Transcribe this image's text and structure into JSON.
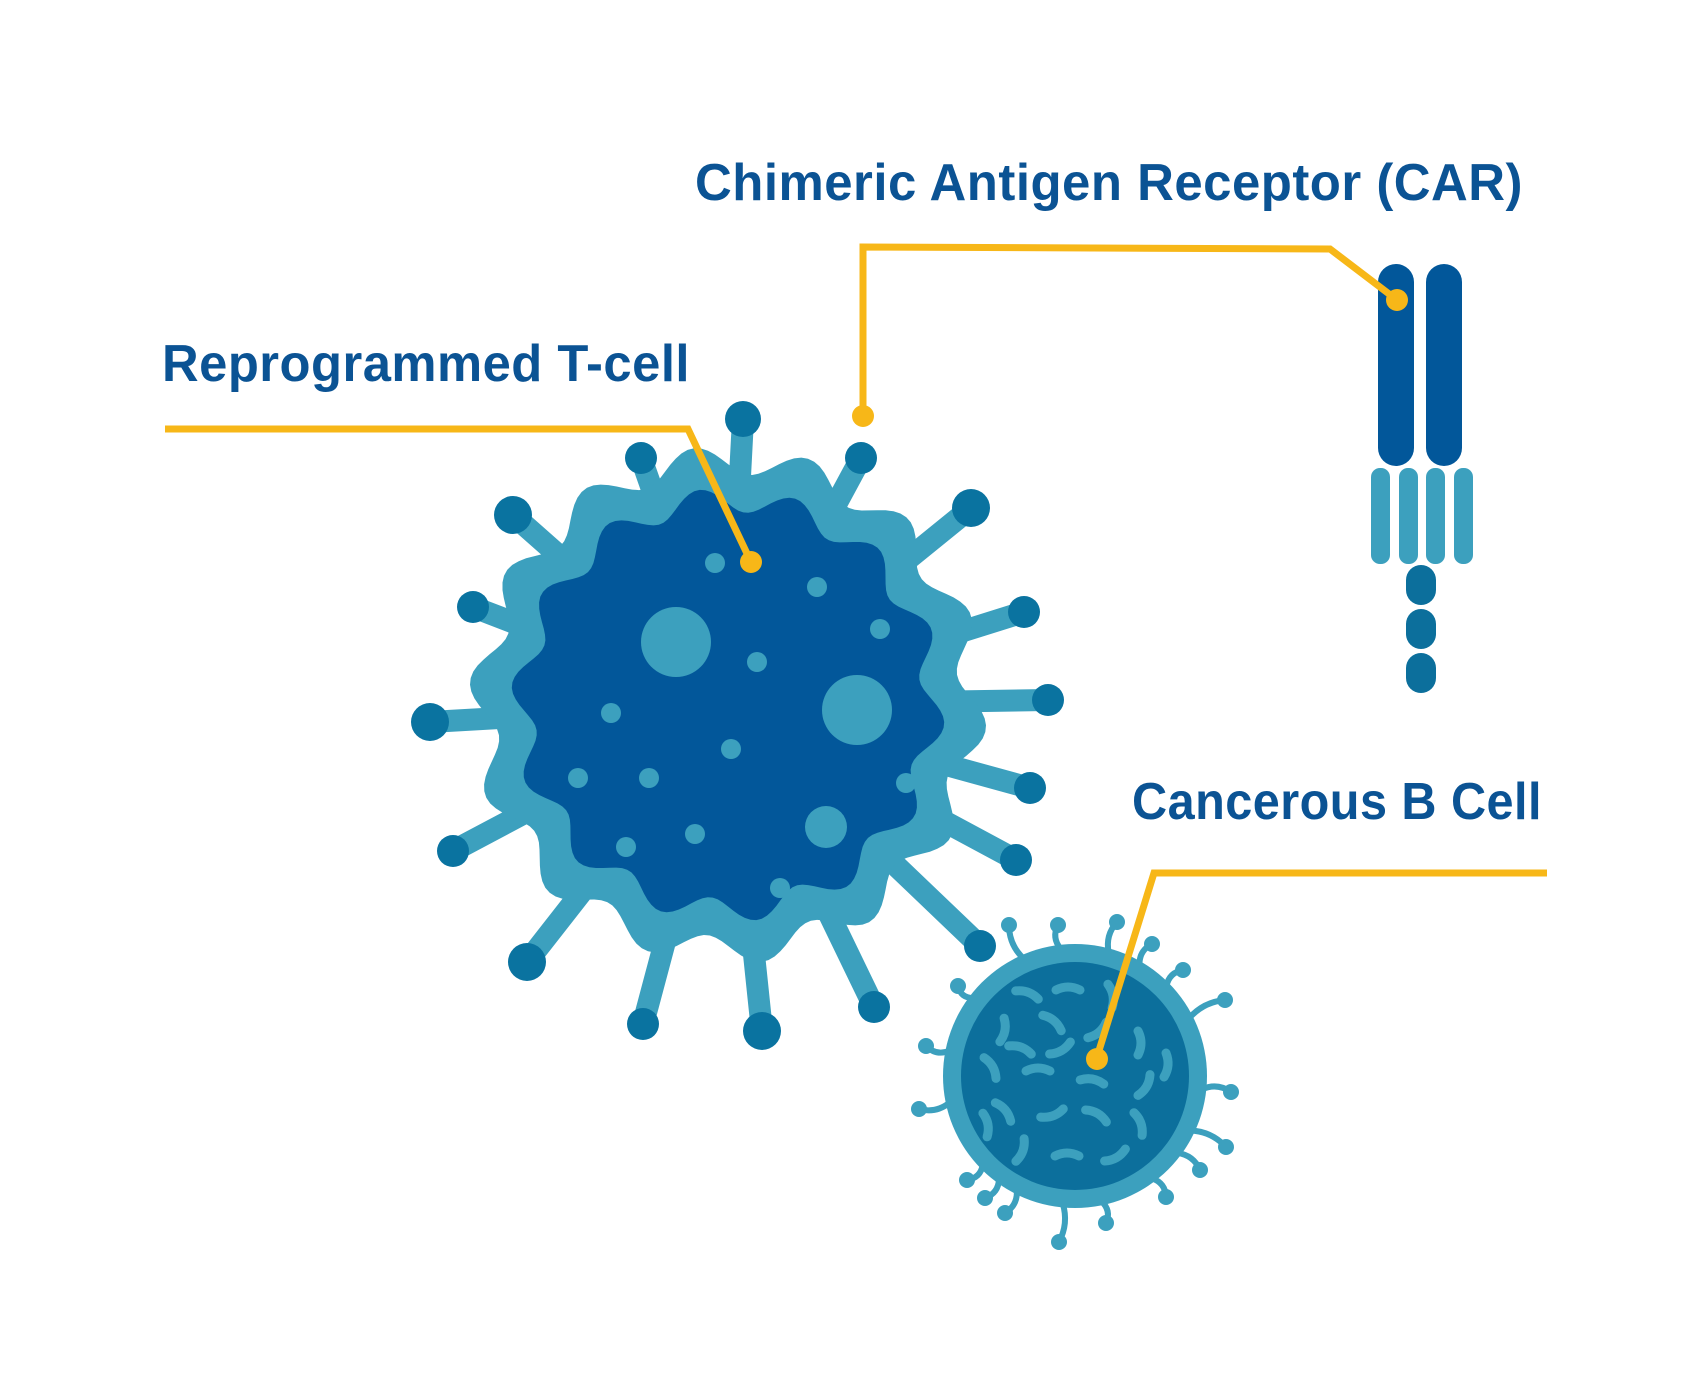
{
  "labels": {
    "car": "Chimeric Antigen Receptor (CAR)",
    "tcell": "Reprogrammed T-cell",
    "bcell": "Cancerous B Cell"
  },
  "colors": {
    "background": "#ffffff",
    "dark_blue": "#02579A",
    "mid_blue": "#3CA0BE",
    "teal_dark": "#0C6F9C",
    "spike_tip": "#0A73A0",
    "leader_line": "#F7B718",
    "text": "#0B5394"
  },
  "icons": {
    "tcell": "t-cell-icon",
    "bcell": "cancerous-b-cell-icon",
    "receptor": "car-receptor-icon"
  }
}
